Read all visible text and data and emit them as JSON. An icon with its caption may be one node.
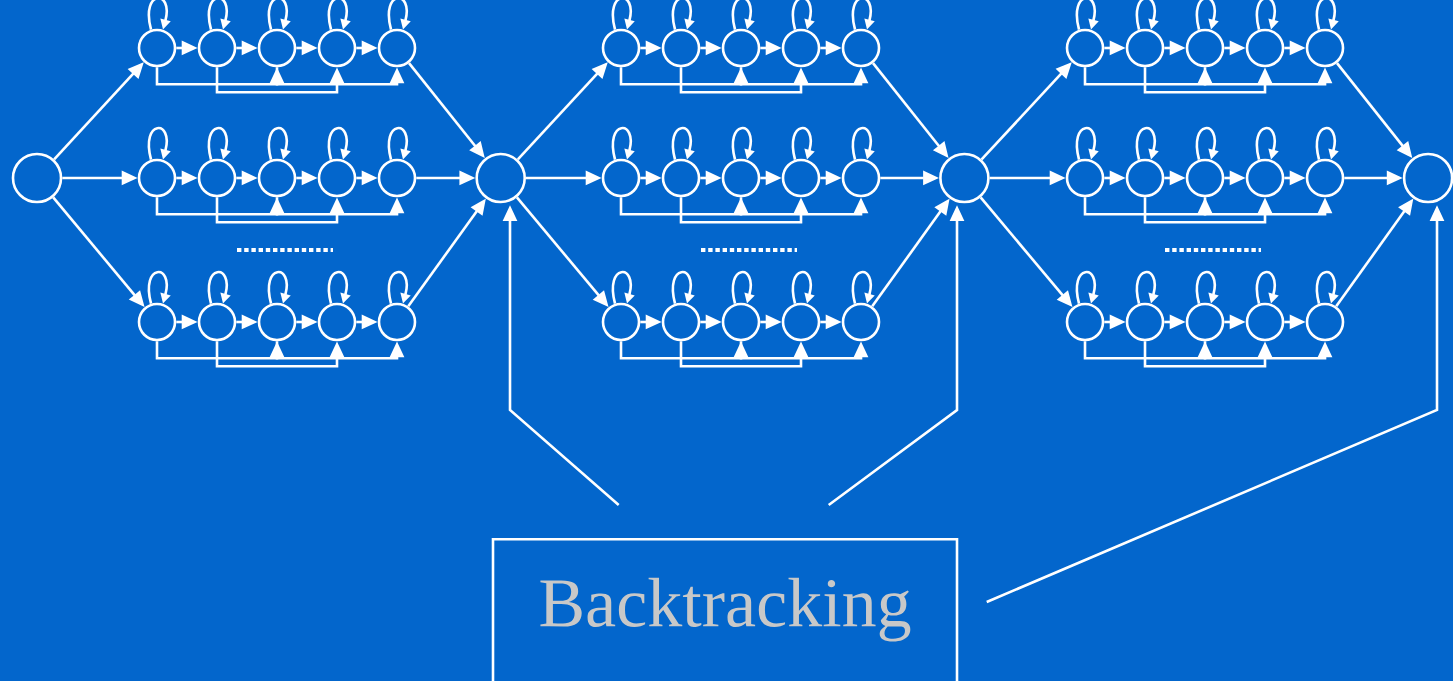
{
  "diagram": {
    "nodes": [
      {
        "text": [],
        "shape": "circle"
      },
      {
        "text": [],
        "shape": "circle"
      },
      {
        "text": [],
        "shape": "circle"
      },
      {
        "text": [],
        "shape": "circle"
      },
      {
        "text": [],
        "shape": "circle"
      },
      {
        "text": [],
        "shape": "circle"
      },
      {
        "text": [],
        "shape": "circle"
      },
      {
        "text": [],
        "shape": "circle"
      },
      {
        "text": [],
        "shape": "circle"
      },
      {
        "text": [],
        "shape": "circle"
      },
      {
        "text": [],
        "shape": "circle"
      },
      {
        "text": [],
        "shape": "circle"
      },
      {
        "text": [],
        "shape": "circle"
      },
      {
        "text": [],
        "shape": "circle"
      },
      {
        "text": [],
        "shape": "circle"
      },
      {
        "text": [],
        "shape": "circle"
      },
      {
        "text": [],
        "shape": "circle"
      },
      {
        "text": [],
        "shape": "circle"
      },
      {
        "text": [],
        "shape": "circle"
      },
      {
        "text": [],
        "shape": "circle"
      },
      {
        "text": [],
        "shape": "circle"
      },
      {
        "text": [],
        "shape": "circle"
      },
      {
        "text": [],
        "shape": "circle"
      },
      {
        "text": [],
        "shape": "circle"
      },
      {
        "text": [],
        "shape": "circle"
      },
      {
        "text": [],
        "shape": "circle"
      },
      {
        "text": [],
        "shape": "circle"
      },
      {
        "text": [],
        "shape": "circle"
      },
      {
        "text": [],
        "shape": "circle"
      },
      {
        "text": [],
        "shape": "circle"
      },
      {
        "text": [],
        "shape": "circle"
      },
      {
        "text": [],
        "shape": "circle"
      },
      {
        "text": [],
        "shape": "circle"
      },
      {
        "text": [],
        "shape": "circle"
      },
      {
        "text": [],
        "shape": "circle"
      },
      {
        "text": [],
        "shape": "circle"
      },
      {
        "text": [],
        "shape": "circle"
      },
      {
        "text": [],
        "shape": "circle"
      },
      {
        "text": [],
        "shape": "circle"
      },
      {
        "text": [],
        "shape": "circle"
      },
      {
        "text": [],
        "shape": "circle"
      },
      {
        "text": [],
        "shape": "circle"
      },
      {
        "text": [],
        "shape": "circle"
      },
      {
        "text": [],
        "shape": "circle"
      },
      {
        "text": [],
        "shape": "circle"
      },
      {
        "text": [],
        "shape": "circle"
      },
      {
        "text": [],
        "shape": "circle"
      },
      {
        "text": [],
        "shape": "circle"
      },
      {
        "text": [],
        "shape": "circle"
      },
      {
        "text": [
          "Backtracking"
        ]
      }
    ],
    "edges": [
      {
        "from": 0,
        "to": 1,
        "arrow": "to"
      },
      {
        "from": 1,
        "to": 1,
        "arrow": "to"
      },
      {
        "from": 2,
        "to": 2,
        "arrow": "to"
      },
      {
        "from": 3,
        "to": 3,
        "arrow": "to"
      },
      {
        "from": 4,
        "to": 4,
        "arrow": "to"
      },
      {
        "from": 5,
        "to": 5,
        "arrow": "to"
      },
      {
        "from": 1,
        "to": 2,
        "arrow": "to"
      },
      {
        "from": 2,
        "to": 3,
        "arrow": "to"
      },
      {
        "from": 3,
        "to": 4,
        "arrow": "to"
      },
      {
        "from": 4,
        "to": 5,
        "arrow": "to"
      },
      {
        "from": 1,
        "to": 3,
        "arrow": "to"
      },
      {
        "from": 2,
        "to": 4,
        "arrow": "to"
      },
      {
        "from": 3,
        "to": 5,
        "arrow": "to"
      },
      {
        "from": 5,
        "to": 16,
        "arrow": "to"
      },
      {
        "from": 0,
        "to": 6,
        "arrow": "to"
      },
      {
        "from": 6,
        "to": 6,
        "arrow": "to"
      },
      {
        "from": 7,
        "to": 7,
        "arrow": "to"
      },
      {
        "from": 8,
        "to": 8,
        "arrow": "to"
      },
      {
        "from": 9,
        "to": 9,
        "arrow": "to"
      },
      {
        "from": 10,
        "to": 10,
        "arrow": "to"
      },
      {
        "from": 6,
        "to": 7,
        "arrow": "to"
      },
      {
        "from": 7,
        "to": 8,
        "arrow": "to"
      },
      {
        "from": 8,
        "to": 9,
        "arrow": "to"
      },
      {
        "from": 9,
        "to": 10,
        "arrow": "to"
      },
      {
        "from": 6,
        "to": 8,
        "arrow": "to"
      },
      {
        "from": 7,
        "to": 9,
        "arrow": "to"
      },
      {
        "from": 8,
        "to": 10,
        "arrow": "to"
      },
      {
        "from": 10,
        "to": 16,
        "arrow": "to"
      },
      {
        "from": 0,
        "to": 11,
        "arrow": "to"
      },
      {
        "from": 11,
        "to": 11,
        "arrow": "to"
      },
      {
        "from": 12,
        "to": 12,
        "arrow": "to"
      },
      {
        "from": 13,
        "to": 13,
        "arrow": "to"
      },
      {
        "from": 14,
        "to": 14,
        "arrow": "to"
      },
      {
        "from": 15,
        "to": 15,
        "arrow": "to"
      },
      {
        "from": 11,
        "to": 12,
        "arrow": "to"
      },
      {
        "from": 12,
        "to": 13,
        "arrow": "to"
      },
      {
        "from": 13,
        "to": 14,
        "arrow": "to"
      },
      {
        "from": 14,
        "to": 15,
        "arrow": "to"
      },
      {
        "from": 11,
        "to": 13,
        "arrow": "to"
      },
      {
        "from": 12,
        "to": 14,
        "arrow": "to"
      },
      {
        "from": 13,
        "to": 15,
        "arrow": "to"
      },
      {
        "from": 15,
        "to": 16,
        "arrow": "to"
      },
      {
        "from": 16,
        "to": 17,
        "arrow": "to"
      },
      {
        "from": 17,
        "to": 17,
        "arrow": "to"
      },
      {
        "from": 18,
        "to": 18,
        "arrow": "to"
      },
      {
        "from": 19,
        "to": 19,
        "arrow": "to"
      },
      {
        "from": 20,
        "to": 20,
        "arrow": "to"
      },
      {
        "from": 21,
        "to": 21,
        "arrow": "to"
      },
      {
        "from": 17,
        "to": 18,
        "arrow": "to"
      },
      {
        "from": 18,
        "to": 19,
        "arrow": "to"
      },
      {
        "from": 19,
        "to": 20,
        "arrow": "to"
      },
      {
        "from": 20,
        "to": 21,
        "arrow": "to"
      },
      {
        "from": 17,
        "to": 19,
        "arrow": "to"
      },
      {
        "from": 18,
        "to": 20,
        "arrow": "to"
      },
      {
        "from": 19,
        "to": 21,
        "arrow": "to"
      },
      {
        "from": 21,
        "to": 32,
        "arrow": "to"
      },
      {
        "from": 16,
        "to": 22,
        "arrow": "to"
      },
      {
        "from": 22,
        "to": 22,
        "arrow": "to"
      },
      {
        "from": 23,
        "to": 23,
        "arrow": "to"
      },
      {
        "from": 24,
        "to": 24,
        "arrow": "to"
      },
      {
        "from": 25,
        "to": 25,
        "arrow": "to"
      },
      {
        "from": 26,
        "to": 26,
        "arrow": "to"
      },
      {
        "from": 22,
        "to": 23,
        "arrow": "to"
      },
      {
        "from": 23,
        "to": 24,
        "arrow": "to"
      },
      {
        "from": 24,
        "to": 25,
        "arrow": "to"
      },
      {
        "from": 25,
        "to": 26,
        "arrow": "to"
      },
      {
        "from": 22,
        "to": 24,
        "arrow": "to"
      },
      {
        "from": 23,
        "to": 25,
        "arrow": "to"
      },
      {
        "from": 24,
        "to": 26,
        "arrow": "to"
      },
      {
        "from": 26,
        "to": 32,
        "arrow": "to"
      },
      {
        "from": 16,
        "to": 27,
        "arrow": "to"
      },
      {
        "from": 27,
        "to": 27,
        "arrow": "to"
      },
      {
        "from": 28,
        "to": 28,
        "arrow": "to"
      },
      {
        "from": 29,
        "to": 29,
        "arrow": "to"
      },
      {
        "from": 30,
        "to": 30,
        "arrow": "to"
      },
      {
        "from": 31,
        "to": 31,
        "arrow": "to"
      },
      {
        "from": 27,
        "to": 28,
        "arrow": "to"
      },
      {
        "from": 28,
        "to": 29,
        "arrow": "to"
      },
      {
        "from": 29,
        "to": 30,
        "arrow": "to"
      },
      {
        "from": 30,
        "to": 31,
        "arrow": "to"
      },
      {
        "from": 27,
        "to": 29,
        "arrow": "to"
      },
      {
        "from": 28,
        "to": 30,
        "arrow": "to"
      },
      {
        "from": 29,
        "to": 31,
        "arrow": "to"
      },
      {
        "from": 31,
        "to": 32,
        "arrow": "to"
      },
      {
        "from": 32,
        "to": 33,
        "arrow": "to"
      },
      {
        "from": 33,
        "to": 33,
        "arrow": "to"
      },
      {
        "from": 34,
        "to": 34,
        "arrow": "to"
      },
      {
        "from": 35,
        "to": 35,
        "arrow": "to"
      },
      {
        "from": 36,
        "to": 36,
        "arrow": "to"
      },
      {
        "from": 37,
        "to": 37,
        "arrow": "to"
      },
      {
        "from": 33,
        "to": 34,
        "arrow": "to"
      },
      {
        "from": 34,
        "to": 35,
        "arrow": "to"
      },
      {
        "from": 35,
        "to": 36,
        "arrow": "to"
      },
      {
        "from": 36,
        "to": 37,
        "arrow": "to"
      },
      {
        "from": 33,
        "to": 35,
        "arrow": "to"
      },
      {
        "from": 34,
        "to": 36,
        "arrow": "to"
      },
      {
        "from": 35,
        "to": 37,
        "arrow": "to"
      },
      {
        "from": 37,
        "to": 48,
        "arrow": "to"
      },
      {
        "from": 32,
        "to": 38,
        "arrow": "to"
      },
      {
        "from": 38,
        "to": 38,
        "arrow": "to"
      },
      {
        "from": 39,
        "to": 39,
        "arrow": "to"
      },
      {
        "from": 40,
        "to": 40,
        "arrow": "to"
      },
      {
        "from": 41,
        "to": 41,
        "arrow": "to"
      },
      {
        "from": 42,
        "to": 42,
        "arrow": "to"
      },
      {
        "from": 38,
        "to": 39,
        "arrow": "to"
      },
      {
        "from": 39,
        "to": 40,
        "arrow": "to"
      },
      {
        "from": 40,
        "to": 41,
        "arrow": "to"
      },
      {
        "from": 41,
        "to": 42,
        "arrow": "to"
      },
      {
        "from": 38,
        "to": 40,
        "arrow": "to"
      },
      {
        "from": 39,
        "to": 41,
        "arrow": "to"
      },
      {
        "from": 40,
        "to": 42,
        "arrow": "to"
      },
      {
        "from": 42,
        "to": 48,
        "arrow": "to"
      },
      {
        "from": 32,
        "to": 43,
        "arrow": "to"
      },
      {
        "from": 43,
        "to": 43,
        "arrow": "to"
      },
      {
        "from": 44,
        "to": 44,
        "arrow": "to"
      },
      {
        "from": 45,
        "to": 45,
        "arrow": "to"
      },
      {
        "from": 46,
        "to": 46,
        "arrow": "to"
      },
      {
        "from": 47,
        "to": 47,
        "arrow": "to"
      },
      {
        "from": 43,
        "to": 44,
        "arrow": "to"
      },
      {
        "from": 44,
        "to": 45,
        "arrow": "to"
      },
      {
        "from": 45,
        "to": 46,
        "arrow": "to"
      },
      {
        "from": 46,
        "to": 47,
        "arrow": "to"
      },
      {
        "from": 43,
        "to": 45,
        "arrow": "to"
      },
      {
        "from": 44,
        "to": 46,
        "arrow": "to"
      },
      {
        "from": 45,
        "to": 47,
        "arrow": "to"
      },
      {
        "from": 47,
        "to": 48,
        "arrow": "to"
      },
      {
        "from": 49,
        "to": 16,
        "arrow": "to"
      },
      {
        "from": 49,
        "to": 32,
        "arrow": "to"
      },
      {
        "from": 49,
        "to": 48,
        "arrow": "to"
      }
    ]
  }
}
